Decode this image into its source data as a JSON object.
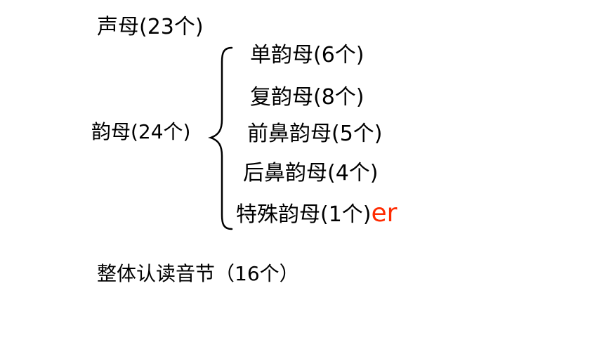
{
  "consonants": {
    "label": "声母(23个)"
  },
  "finals": {
    "label": "韵母(24个)",
    "items": [
      {
        "label": "单韵母(6个)"
      },
      {
        "label": "复韵母(8个)"
      },
      {
        "label": "前鼻韵母(5个)"
      },
      {
        "label": "后鼻韵母(4个)"
      },
      {
        "label": "特殊韵母(1个)",
        "example": "er"
      }
    ]
  },
  "whole_syllables": {
    "label": "整体认读音节（16个）"
  },
  "colors": {
    "text": "#000000",
    "accent": "#ff2a00",
    "brace": "#000000",
    "background": "#ffffff"
  }
}
